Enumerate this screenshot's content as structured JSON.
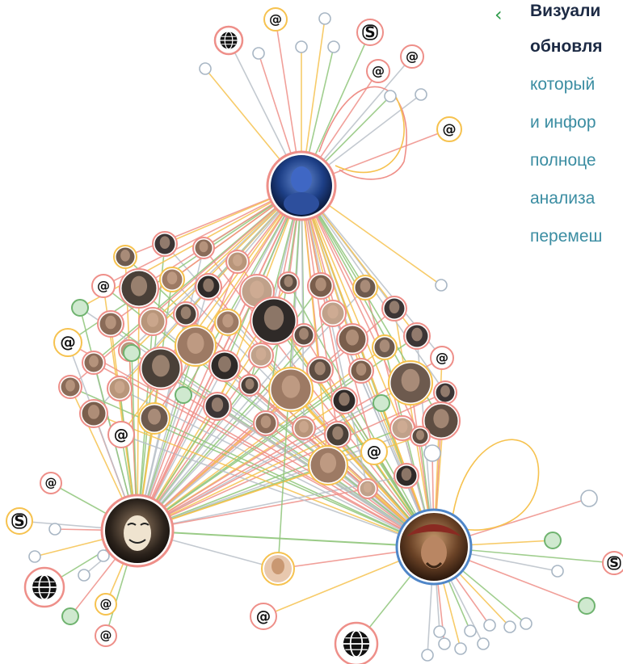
{
  "description_panel": {
    "lines": [
      "Визуали",
      "обновля",
      "который",
      "и инфор",
      "полноце",
      "анализа",
      "перемеш"
    ]
  },
  "colors": {
    "edge_red": "#ef8f88",
    "edge_yellow": "#f6c24f",
    "edge_green": "#8fc57a",
    "edge_grey": "#b9c0c8",
    "node_pink": "#ee8f89",
    "node_blue": "#4f86c8",
    "accent_green": "#2e9b4a",
    "text_dark": "#1c2a44",
    "text_teal": "#3b8da2"
  },
  "hubs": [
    {
      "id": "genie",
      "icon": "avatar-genie",
      "border": "node_pink"
    },
    {
      "id": "anon-mask",
      "icon": "avatar-mask",
      "border": "node_pink"
    },
    {
      "id": "pirate",
      "icon": "avatar-pirate",
      "border": "node_blue"
    }
  ],
  "satellite_types": [
    "email-icon",
    "skype-icon",
    "globe-icon",
    "profile-photo",
    "blank-node"
  ]
}
